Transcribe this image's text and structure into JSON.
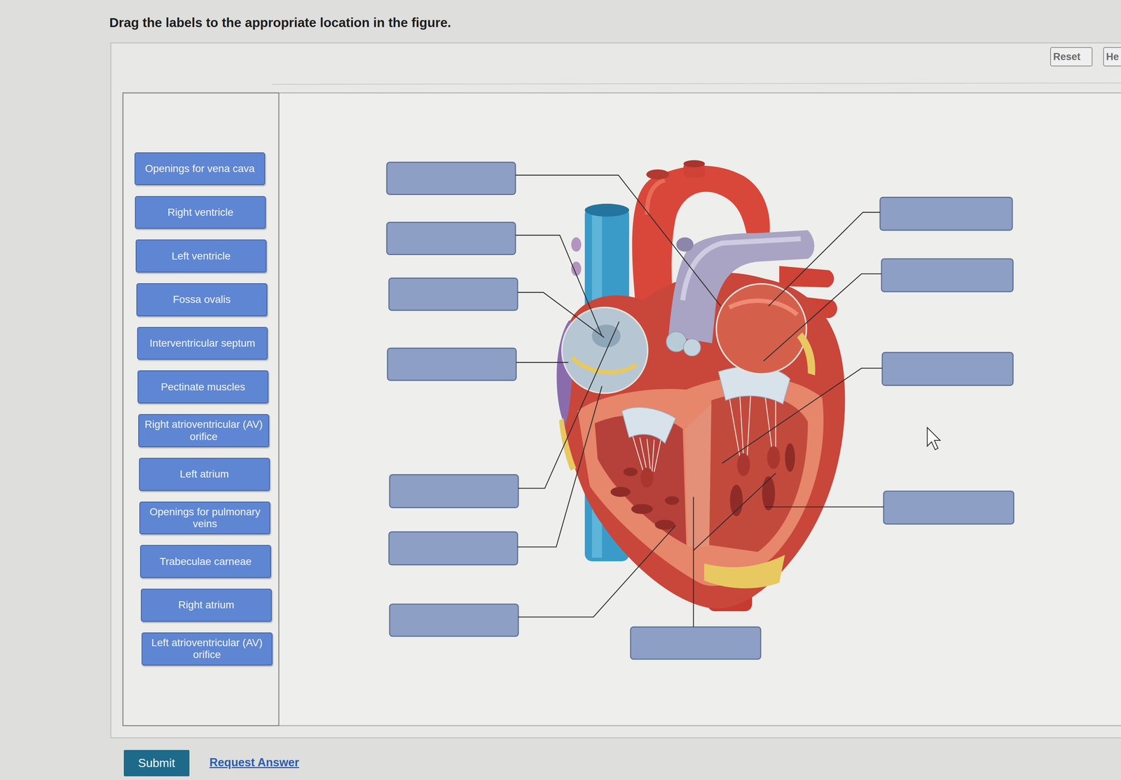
{
  "diagram": {
    "title": "Drag the labels to the appropriate location in the figure.",
    "nodes": [
      {
        "text": [
          "Reset"
        ]
      },
      {
        "text": [
          "He"
        ]
      },
      {
        "text": [
          "Openings for vena cava"
        ]
      },
      {
        "text": [
          "Right ventricle"
        ]
      },
      {
        "text": [
          "Left ventricle"
        ]
      },
      {
        "text": [
          "Fossa ovalis"
        ]
      },
      {
        "text": [
          "Interventricular septum"
        ]
      },
      {
        "text": [
          "Pectinate muscles"
        ]
      },
      {
        "text": [
          "Right atrioventricular (AV) orifice"
        ]
      },
      {
        "text": [
          "Left atrium"
        ]
      },
      {
        "text": [
          "Openings for pulmonary veins"
        ]
      },
      {
        "text": [
          "Trabeculae carneae"
        ]
      },
      {
        "text": [
          "Right atrium"
        ]
      },
      {
        "text": [
          "Left atrioventricular (AV) orifice"
        ]
      },
      {
        "text": [
          "Submit"
        ]
      }
    ],
    "labels": [
      "Request Answer"
    ]
  }
}
